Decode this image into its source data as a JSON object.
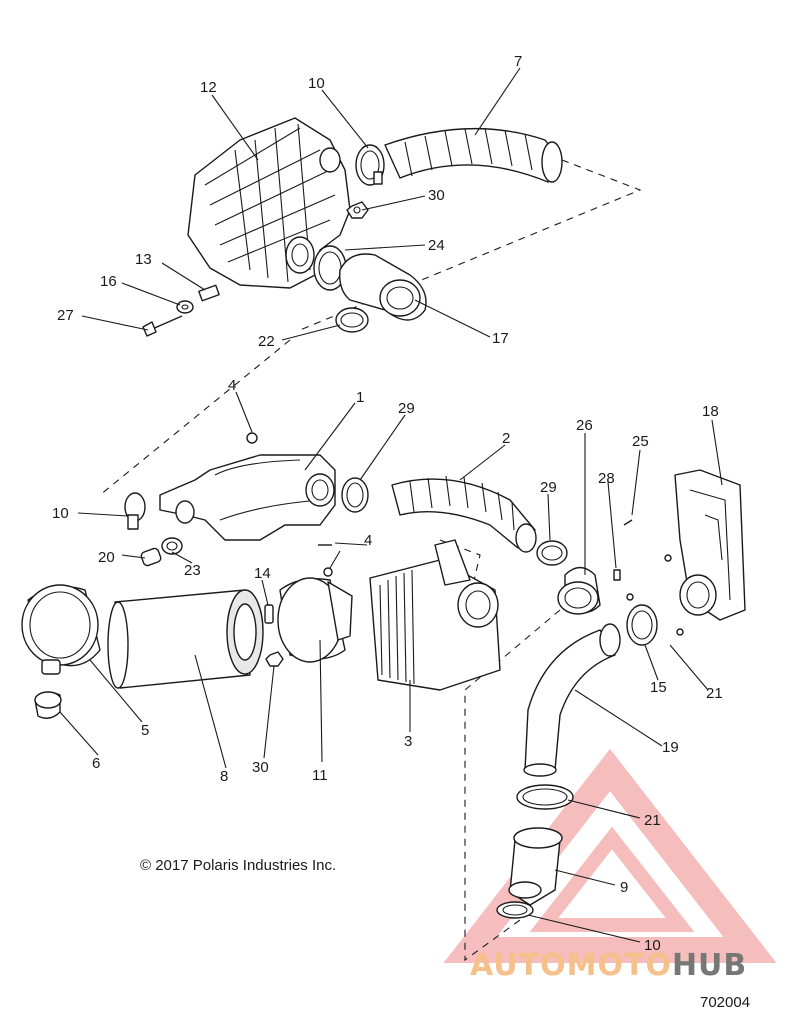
{
  "diagram": {
    "copyright": "© 2017 Polaris Industries Inc.",
    "figure_number": "702004",
    "callouts": [
      {
        "id": "c7",
        "label": "7"
      },
      {
        "id": "c10a",
        "label": "10"
      },
      {
        "id": "c12",
        "label": "12"
      },
      {
        "id": "c30a",
        "label": "30"
      },
      {
        "id": "c24",
        "label": "24"
      },
      {
        "id": "c13",
        "label": "13"
      },
      {
        "id": "c16",
        "label": "16"
      },
      {
        "id": "c27",
        "label": "27"
      },
      {
        "id": "c22",
        "label": "22"
      },
      {
        "id": "c17",
        "label": "17"
      },
      {
        "id": "c4a",
        "label": "4"
      },
      {
        "id": "c1",
        "label": "1"
      },
      {
        "id": "c29a",
        "label": "29"
      },
      {
        "id": "c2",
        "label": "2"
      },
      {
        "id": "c26",
        "label": "26"
      },
      {
        "id": "c25",
        "label": "25"
      },
      {
        "id": "c18",
        "label": "18"
      },
      {
        "id": "c28",
        "label": "28"
      },
      {
        "id": "c29b",
        "label": "29"
      },
      {
        "id": "c10b",
        "label": "10"
      },
      {
        "id": "c4b",
        "label": "4"
      },
      {
        "id": "c20",
        "label": "20"
      },
      {
        "id": "c23",
        "label": "23"
      },
      {
        "id": "c14",
        "label": "14"
      },
      {
        "id": "c5",
        "label": "5"
      },
      {
        "id": "c6",
        "label": "6"
      },
      {
        "id": "c8",
        "label": "8"
      },
      {
        "id": "c30b",
        "label": "30"
      },
      {
        "id": "c11",
        "label": "11"
      },
      {
        "id": "c3",
        "label": "3"
      },
      {
        "id": "c15",
        "label": "15"
      },
      {
        "id": "c21a",
        "label": "21"
      },
      {
        "id": "c19",
        "label": "19"
      },
      {
        "id": "c21b",
        "label": "21"
      },
      {
        "id": "c9",
        "label": "9"
      },
      {
        "id": "c10c",
        "label": "10"
      }
    ]
  },
  "watermark": {
    "brand_part1": "AUTOMOTO",
    "brand_part2": "HUB",
    "color_primary": "#f3a8a8",
    "color_text_accent": "#f5c08a",
    "color_text_dark": "#777777"
  }
}
